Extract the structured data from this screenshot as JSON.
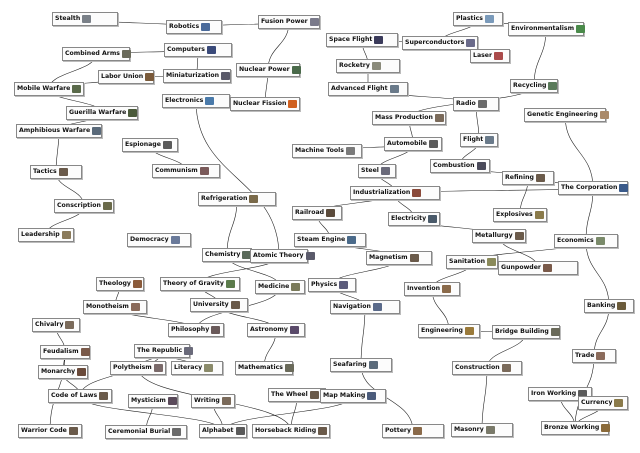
{
  "nodes": [
    {
      "id": "stealth",
      "label": "Stealth",
      "color": "#7a8088"
    },
    {
      "id": "combined-arms",
      "label": "Combined Arms",
      "color": "#6a6a5a"
    },
    {
      "id": "mobile-warfare",
      "label": "Mobile Warfare",
      "color": "#5a6a4a"
    },
    {
      "id": "labor-union",
      "label": "Labor Union",
      "color": "#7a5a3a"
    },
    {
      "id": "guerilla-warfare",
      "label": "Guerilla Warfare",
      "color": "#4a5a3a"
    },
    {
      "id": "amphibious-warfare",
      "label": "Amphibious Warfare",
      "color": "#5a6a7a"
    },
    {
      "id": "tactics",
      "label": "Tactics",
      "color": "#6a5a4a"
    },
    {
      "id": "conscription",
      "label": "Conscription",
      "color": "#6a6a4a"
    },
    {
      "id": "leadership",
      "label": "Leadership",
      "color": "#8a7a5a"
    },
    {
      "id": "robotics",
      "label": "Robotics",
      "color": "#4a6a9a"
    },
    {
      "id": "computers",
      "label": "Computers",
      "color": "#3a4a7a"
    },
    {
      "id": "miniaturization",
      "label": "Miniaturization",
      "color": "#5a5a6a"
    },
    {
      "id": "electronics",
      "label": "Electronics",
      "color": "#4a7aaa"
    },
    {
      "id": "nuclear-fission",
      "label": "Nuclear Fission",
      "color": "#d06020"
    },
    {
      "id": "nuclear-power",
      "label": "Nuclear Power",
      "color": "#4a6a4a"
    },
    {
      "id": "fusion-power",
      "label": "Fusion Power",
      "color": "#7a7a8a"
    },
    {
      "id": "space-flight",
      "label": "Space Flight",
      "color": "#3a3a5a"
    },
    {
      "id": "rocketry",
      "label": "Rocketry",
      "color": "#8a8a7a"
    },
    {
      "id": "advanced-flight",
      "label": "Advanced Flight",
      "color": "#6a7a8a"
    },
    {
      "id": "superconductors",
      "label": "Superconductors",
      "color": "#6a6a8a"
    },
    {
      "id": "plastics",
      "label": "Plastics",
      "color": "#7a9aba"
    },
    {
      "id": "environmentalism",
      "label": "Environmentalism",
      "color": "#4a8a4a"
    },
    {
      "id": "laser",
      "label": "Laser",
      "color": "#aa4a4a"
    },
    {
      "id": "recycling",
      "label": "Recycling",
      "color": "#5a7a5a"
    },
    {
      "id": "genetic-engineering",
      "label": "Genetic Engineering",
      "color": "#aa8a6a"
    },
    {
      "id": "radio",
      "label": "Radio",
      "color": "#6a6a6a"
    },
    {
      "id": "mass-production",
      "label": "Mass Production",
      "color": "#7a6a5a"
    },
    {
      "id": "automobile",
      "label": "Automobile",
      "color": "#5a5a5a"
    },
    {
      "id": "flight",
      "label": "Flight",
      "color": "#6a7a8a"
    },
    {
      "id": "machine-tools",
      "label": "Machine Tools",
      "color": "#7a7a7a"
    },
    {
      "id": "combustion",
      "label": "Combustion",
      "color": "#4a4a5a"
    },
    {
      "id": "refining",
      "label": "Refining",
      "color": "#6a5a4a"
    },
    {
      "id": "the-corporation",
      "label": "The Corporation",
      "color": "#3a5a8a"
    },
    {
      "id": "espionage",
      "label": "Espionage",
      "color": "#5a5a5a"
    },
    {
      "id": "communism",
      "label": "Communism",
      "color": "#7a5a5a"
    },
    {
      "id": "steel",
      "label": "Steel",
      "color": "#6a6a7a"
    },
    {
      "id": "industrialization",
      "label": "Industrialization",
      "color": "#8a4a3a"
    },
    {
      "id": "refrigeration",
      "label": "Refrigeration",
      "color": "#7a6a4a"
    },
    {
      "id": "railroad",
      "label": "Railroad",
      "color": "#5a4a3a"
    },
    {
      "id": "electricity",
      "label": "Electricity",
      "color": "#4a5a6a"
    },
    {
      "id": "explosives",
      "label": "Explosives",
      "color": "#8a7a4a"
    },
    {
      "id": "democracy",
      "label": "Democracy",
      "color": "#6a7a9a"
    },
    {
      "id": "steam-engine",
      "label": "Steam Engine",
      "color": "#4a6a8a"
    },
    {
      "id": "metallurgy",
      "label": "Metallurgy",
      "color": "#6a5a4a"
    },
    {
      "id": "economics",
      "label": "Economics",
      "color": "#7a8a6a"
    },
    {
      "id": "chemistry",
      "label": "Chemistry",
      "color": "#5a6a5a"
    },
    {
      "id": "atomic-theory",
      "label": "Atomic Theory",
      "color": "#5a5a6a"
    },
    {
      "id": "magnetism",
      "label": "Magnetism",
      "color": "#6a5a4a"
    },
    {
      "id": "sanitation",
      "label": "Sanitation",
      "color": "#8a8a5a"
    },
    {
      "id": "gunpowder",
      "label": "Gunpowder",
      "color": "#7a5a4a"
    },
    {
      "id": "theology",
      "label": "Theology",
      "color": "#8a5a3a"
    },
    {
      "id": "theory-of-gravity",
      "label": "Theory of Gravity",
      "color": "#5a7a4a"
    },
    {
      "id": "medicine",
      "label": "Medicine",
      "color": "#7a7a5a"
    },
    {
      "id": "physics",
      "label": "Physics",
      "color": "#5a5a7a"
    },
    {
      "id": "invention",
      "label": "Invention",
      "color": "#8a6a4a"
    },
    {
      "id": "banking",
      "label": "Banking",
      "color": "#6a5a3a"
    },
    {
      "id": "monotheism",
      "label": "Monotheism",
      "color": "#8a6a5a"
    },
    {
      "id": "university",
      "label": "University",
      "color": "#6a5a4a"
    },
    {
      "id": "navigation",
      "label": "Navigation",
      "color": "#5a6a8a"
    },
    {
      "id": "chivalry",
      "label": "Chivalry",
      "color": "#7a6a5a"
    },
    {
      "id": "philosophy",
      "label": "Philosophy",
      "color": "#6a5a5a"
    },
    {
      "id": "astronomy",
      "label": "Astronomy",
      "color": "#5a4a6a"
    },
    {
      "id": "engineering",
      "label": "Engineering",
      "color": "#9a7a3a"
    },
    {
      "id": "bridge-building",
      "label": "Bridge Building",
      "color": "#6a6a5a"
    },
    {
      "id": "feudalism",
      "label": "Feudalism",
      "color": "#7a5a4a"
    },
    {
      "id": "the-republic",
      "label": "The Republic",
      "color": "#6a6a7a"
    },
    {
      "id": "trade",
      "label": "Trade",
      "color": "#8a6a5a"
    },
    {
      "id": "monarchy",
      "label": "Monarchy",
      "color": "#6a4a3a"
    },
    {
      "id": "polytheism",
      "label": "Polytheism",
      "color": "#7a6a6a"
    },
    {
      "id": "literacy",
      "label": "Literacy",
      "color": "#8a8a6a"
    },
    {
      "id": "mathematics",
      "label": "Mathematics",
      "color": "#6a6a5a"
    },
    {
      "id": "seafaring",
      "label": "Seafaring",
      "color": "#5a6a7a"
    },
    {
      "id": "construction",
      "label": "Construction",
      "color": "#7a6a5a"
    },
    {
      "id": "code-of-laws",
      "label": "Code of Laws",
      "color": "#6a5a4a"
    },
    {
      "id": "mysticism",
      "label": "Mysticism",
      "color": "#5a4a5a"
    },
    {
      "id": "writing",
      "label": "Writing",
      "color": "#7a6a5a"
    },
    {
      "id": "the-wheel",
      "label": "The Wheel",
      "color": "#6a5a4a"
    },
    {
      "id": "map-making",
      "label": "Map Making",
      "color": "#4a5a7a"
    },
    {
      "id": "iron-working",
      "label": "Iron Working",
      "color": "#5a5a5a"
    },
    {
      "id": "currency",
      "label": "Currency",
      "color": "#8a7a4a"
    },
    {
      "id": "warrior-code",
      "label": "Warrior Code",
      "color": "#6a5a4a"
    },
    {
      "id": "ceremonial-burial",
      "label": "Ceremonial Burial",
      "color": "#6a6a6a"
    },
    {
      "id": "alphabet",
      "label": "Alphabet",
      "color": "#5a5a5a"
    },
    {
      "id": "horseback-riding",
      "label": "Horseback Riding",
      "color": "#6a5a4a"
    },
    {
      "id": "pottery",
      "label": "Pottery",
      "color": "#8a6a4a"
    },
    {
      "id": "masonry",
      "label": "Masonry",
      "color": "#7a7a6a"
    },
    {
      "id": "bronze-working",
      "label": "Bronze Working",
      "color": "#8a6a3a"
    }
  ]
}
